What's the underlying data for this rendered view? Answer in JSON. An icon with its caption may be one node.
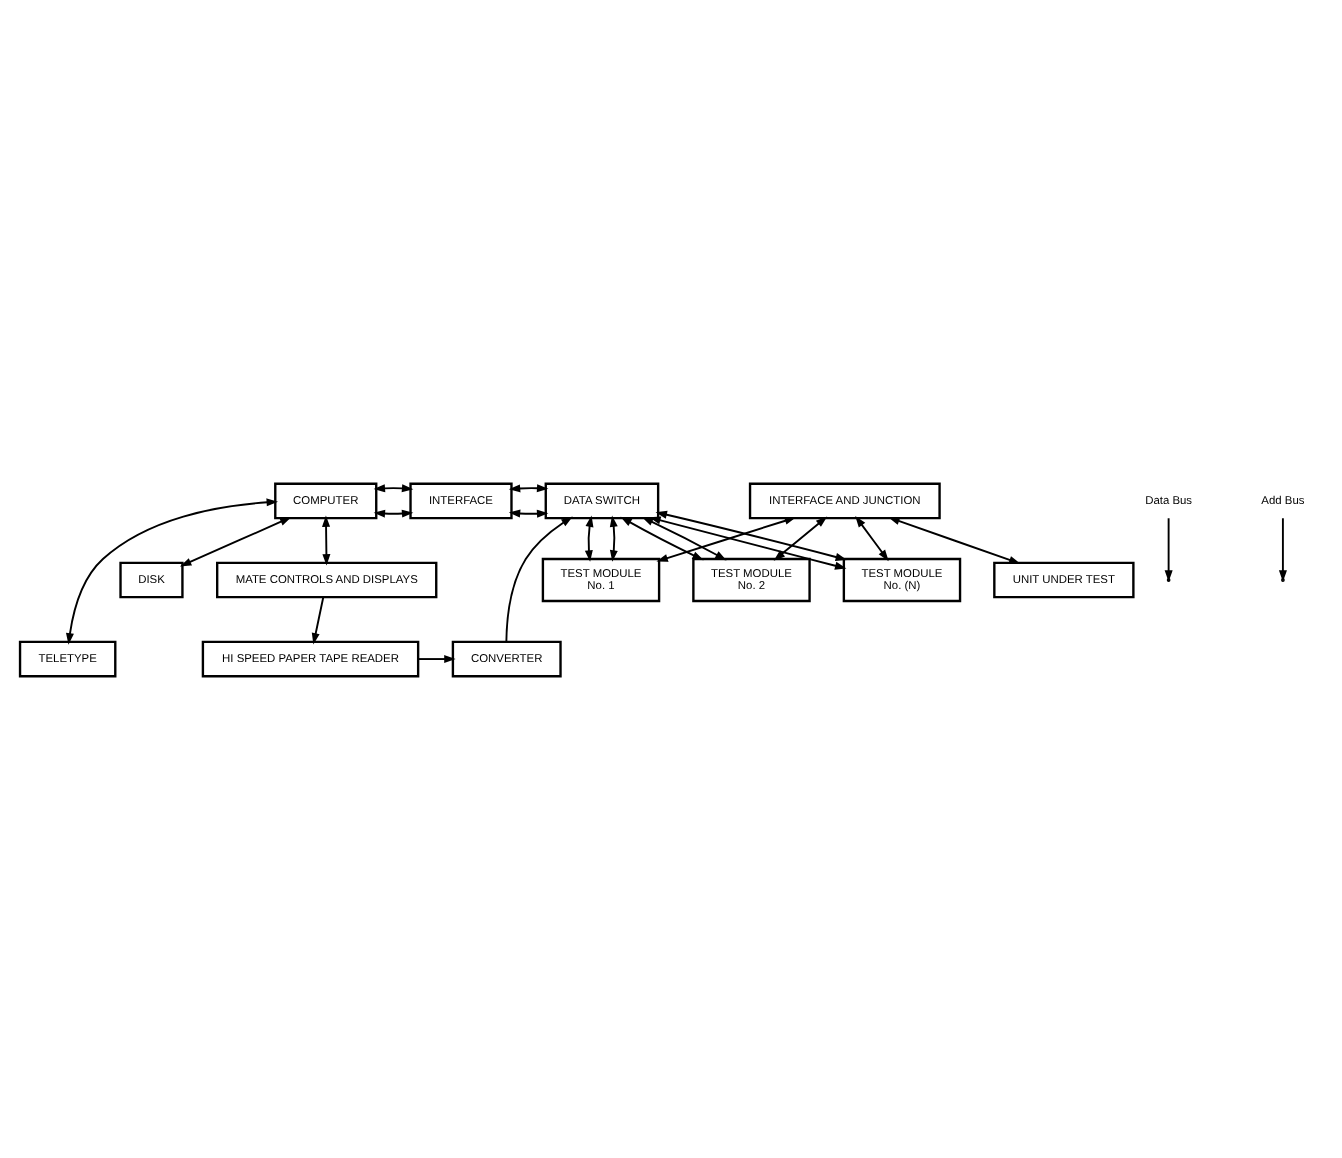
{
  "diagram": {
    "nodes": [
      {
        "text": [
          "COMPUTER"
        ]
      },
      {
        "text": [
          "INTERFACE"
        ]
      },
      {
        "text": [
          "DATA SWITCH"
        ]
      },
      {
        "text": [
          "TELETYPE"
        ]
      },
      {
        "text": [
          "HI SPEED PAPER TAPE READER"
        ]
      },
      {
        "text": [
          "CONVERTER"
        ]
      },
      {
        "text": [
          "DISK"
        ]
      },
      {
        "text": [
          "MATE CONTROLS AND DISPLAYS"
        ]
      },
      {
        "text": [
          "TEST MODULE",
          "No. 1"
        ]
      },
      {
        "text": [
          "INTERFACE AND JUNCTION"
        ]
      },
      {
        "text": [
          "TEST MODULE",
          "No. 2"
        ]
      },
      {
        "text": [
          "UNIT UNDER TEST"
        ]
      },
      {
        "text": [
          "TEST MODULE",
          "No. (N)"
        ]
      },
      {
        "text": [
          "Data Bus"
        ]
      },
      {
        "text": [
          "Add Bus"
        ]
      }
    ],
    "edges": [
      {
        "from": 0,
        "to": 1,
        "arrow": "both"
      },
      {
        "from": 0,
        "to": 1,
        "arrow": "both"
      },
      {
        "from": 1,
        "to": 2,
        "arrow": "both"
      },
      {
        "from": 1,
        "to": 2,
        "arrow": "both"
      },
      {
        "from": 0,
        "to": 3,
        "arrow": "both"
      },
      {
        "from": 0,
        "to": 6,
        "arrow": "both"
      },
      {
        "from": 0,
        "to": 7,
        "arrow": "both"
      },
      {
        "from": 7,
        "to": 4,
        "arrow": "to"
      },
      {
        "from": 4,
        "to": 5,
        "arrow": "to"
      },
      {
        "from": 5,
        "to": 2,
        "arrow": "to"
      },
      {
        "from": 2,
        "to": 8,
        "arrow": "both"
      },
      {
        "from": 2,
        "to": 10,
        "arrow": "both"
      },
      {
        "from": 2,
        "to": 12,
        "arrow": "both"
      },
      {
        "from": 2,
        "to": 8,
        "arrow": "both"
      },
      {
        "from": 2,
        "to": 10,
        "arrow": "both"
      },
      {
        "from": 2,
        "to": 12,
        "arrow": "both"
      },
      {
        "from": 9,
        "to": 8,
        "arrow": "both"
      },
      {
        "from": 9,
        "to": 10,
        "arrow": "both"
      },
      {
        "from": 9,
        "to": 12,
        "arrow": "both"
      },
      {
        "from": 9,
        "to": 11,
        "arrow": "both"
      },
      {
        "from": 13,
        "to": null,
        "arrow": "to"
      },
      {
        "from": 14,
        "to": null,
        "arrow": "to"
      }
    ]
  }
}
